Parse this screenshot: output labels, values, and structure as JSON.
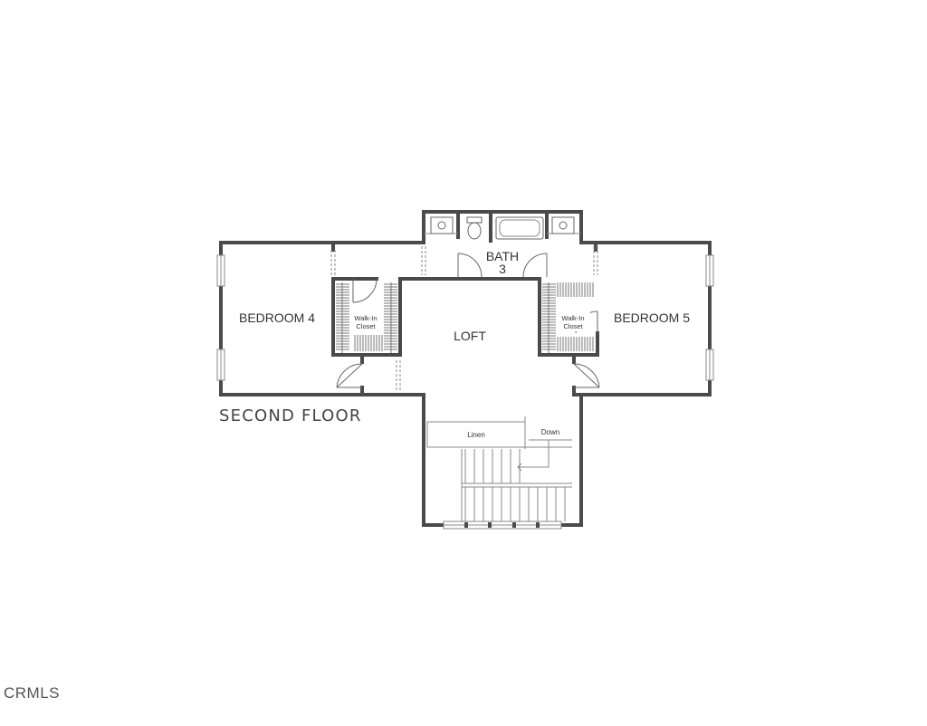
{
  "floor_title": "SECOND FLOOR",
  "rooms": {
    "bedroom_4": "BEDROOM 4",
    "bedroom_5": "BEDROOM 5",
    "loft": "LOFT",
    "bath_3_line1": "BATH",
    "bath_3_line2": "3"
  },
  "closets": {
    "left_line1": "Walk-In",
    "left_line2": "Closet",
    "right_line1": "Walk-In",
    "right_line2": "Closet"
  },
  "linen": "Linen",
  "stair_direction": "Down",
  "watermark": "CRMLS"
}
